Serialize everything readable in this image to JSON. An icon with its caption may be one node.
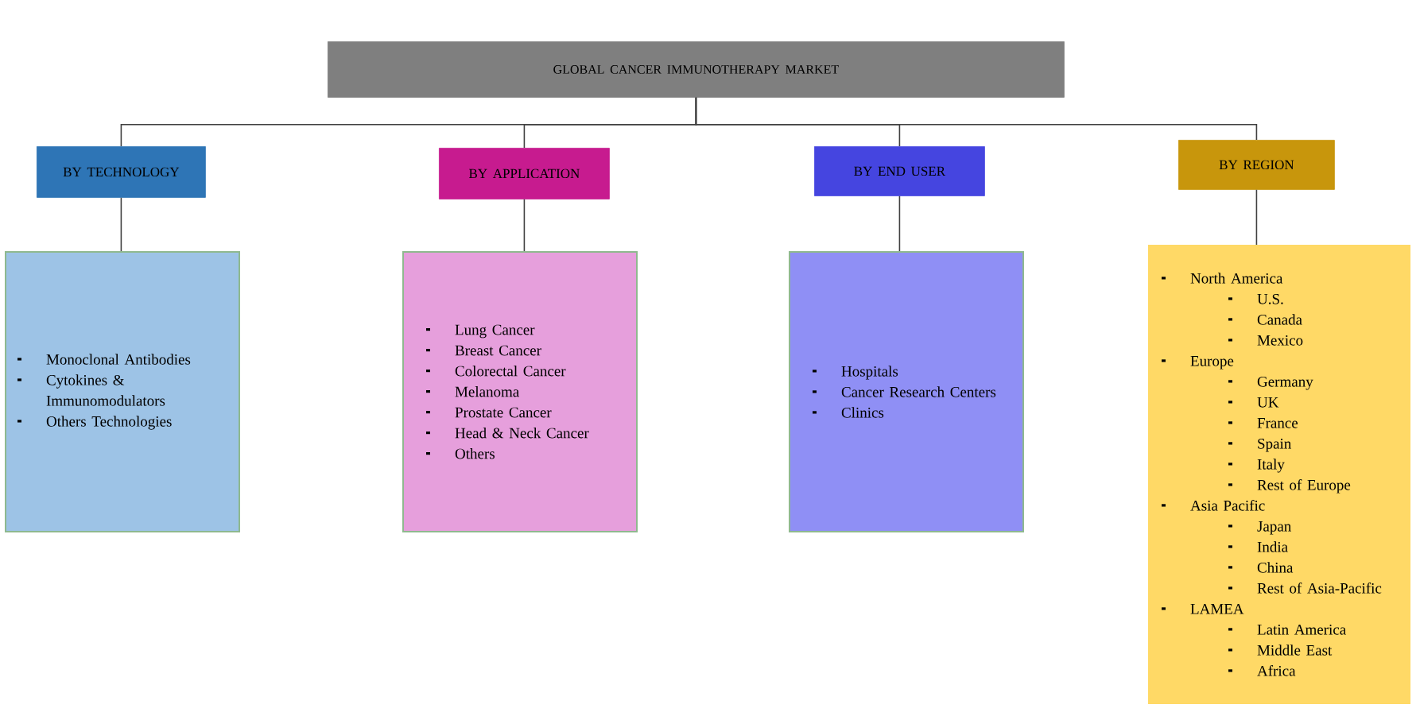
{
  "diagram": {
    "nodes": [
      {
        "text": [
          "GLOBAL CANCER IMMUNOTHERAPY MARKET"
        ]
      },
      {
        "text": [
          "BY TECHNOLOGY"
        ]
      },
      {
        "text": [
          "BY APPLICATION"
        ]
      },
      {
        "text": [
          "BY END USER"
        ]
      },
      {
        "text": [
          "BY REGION"
        ]
      },
      {
        "text": [
          "Monoclonal Antibodies",
          "Cytokines & Immunomodulators",
          "Others Technologies"
        ]
      },
      {
        "text": [
          "Lung Cancer",
          "Breast Cancer",
          "Colorectal Cancer",
          "Melanoma",
          "Prostate Cancer",
          "Head & Neck Cancer",
          "Others"
        ]
      },
      {
        "text": [
          "Hospitals",
          "Cancer Research Centers",
          "Clinics"
        ]
      },
      {
        "text": [
          "North America",
          "U.S.",
          "Canada",
          "Mexico",
          "Europe",
          "Germany",
          "UK",
          "France",
          "Spain",
          "Italy",
          "Rest of Europe",
          "Asia Pacific",
          "Japan",
          "India",
          "China",
          "Rest of Asia-Pacific",
          "LAMEA",
          "Latin America",
          "Middle East",
          "Africa"
        ]
      }
    ],
    "edges": [
      {
        "from": 0,
        "to": 1,
        "arrow": "none"
      },
      {
        "from": 0,
        "to": 2,
        "arrow": "none"
      },
      {
        "from": 0,
        "to": 3,
        "arrow": "none"
      },
      {
        "from": 0,
        "to": 4,
        "arrow": "none"
      },
      {
        "from": 1,
        "to": 5,
        "arrow": "none"
      },
      {
        "from": 2,
        "to": 6,
        "arrow": "none"
      },
      {
        "from": 3,
        "to": 7,
        "arrow": "none"
      },
      {
        "from": 4,
        "to": 8,
        "arrow": "none"
      }
    ]
  }
}
